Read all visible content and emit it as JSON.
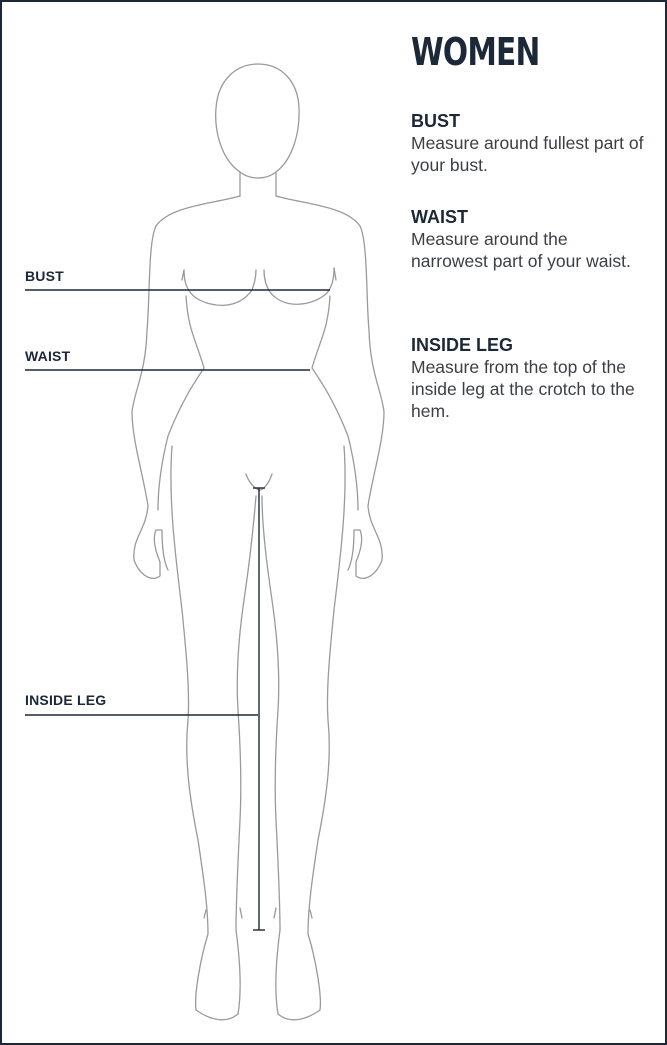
{
  "heading": "WOMEN",
  "measurements": [
    {
      "label": "BUST",
      "description": "Measure around fullest part of your bust."
    },
    {
      "label": "WAIST",
      "description": "Measure around the narrowest part of your waist."
    },
    {
      "label": "INSIDE LEG",
      "description": "Measure from the top of the inside leg at the crotch to the hem."
    }
  ],
  "colors": {
    "ink": "#1c2838",
    "outline": "#9a9a9a"
  }
}
